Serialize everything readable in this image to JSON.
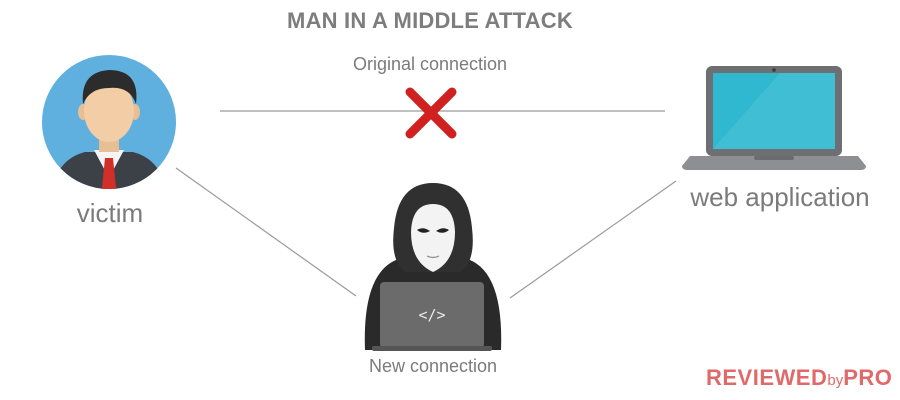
{
  "diagram": {
    "title": "MAN IN A MIDDLE ATTACK",
    "original_connection_label": "Original connection",
    "new_connection_label": "New connection",
    "nodes": {
      "victim": "victim",
      "web_application": "web application",
      "attacker_screen_symbol": "</>"
    },
    "brand": {
      "part1": "REVIEWED",
      "part2": "by",
      "part3": "PRO"
    },
    "colors": {
      "text": "#7b7b7b",
      "cross": "#d0201f",
      "avatar_bg": "#5fb0df",
      "laptop_screen": "#2fb8cf",
      "hacker": "#2a2a2a",
      "brand": "#e06a6a"
    }
  }
}
